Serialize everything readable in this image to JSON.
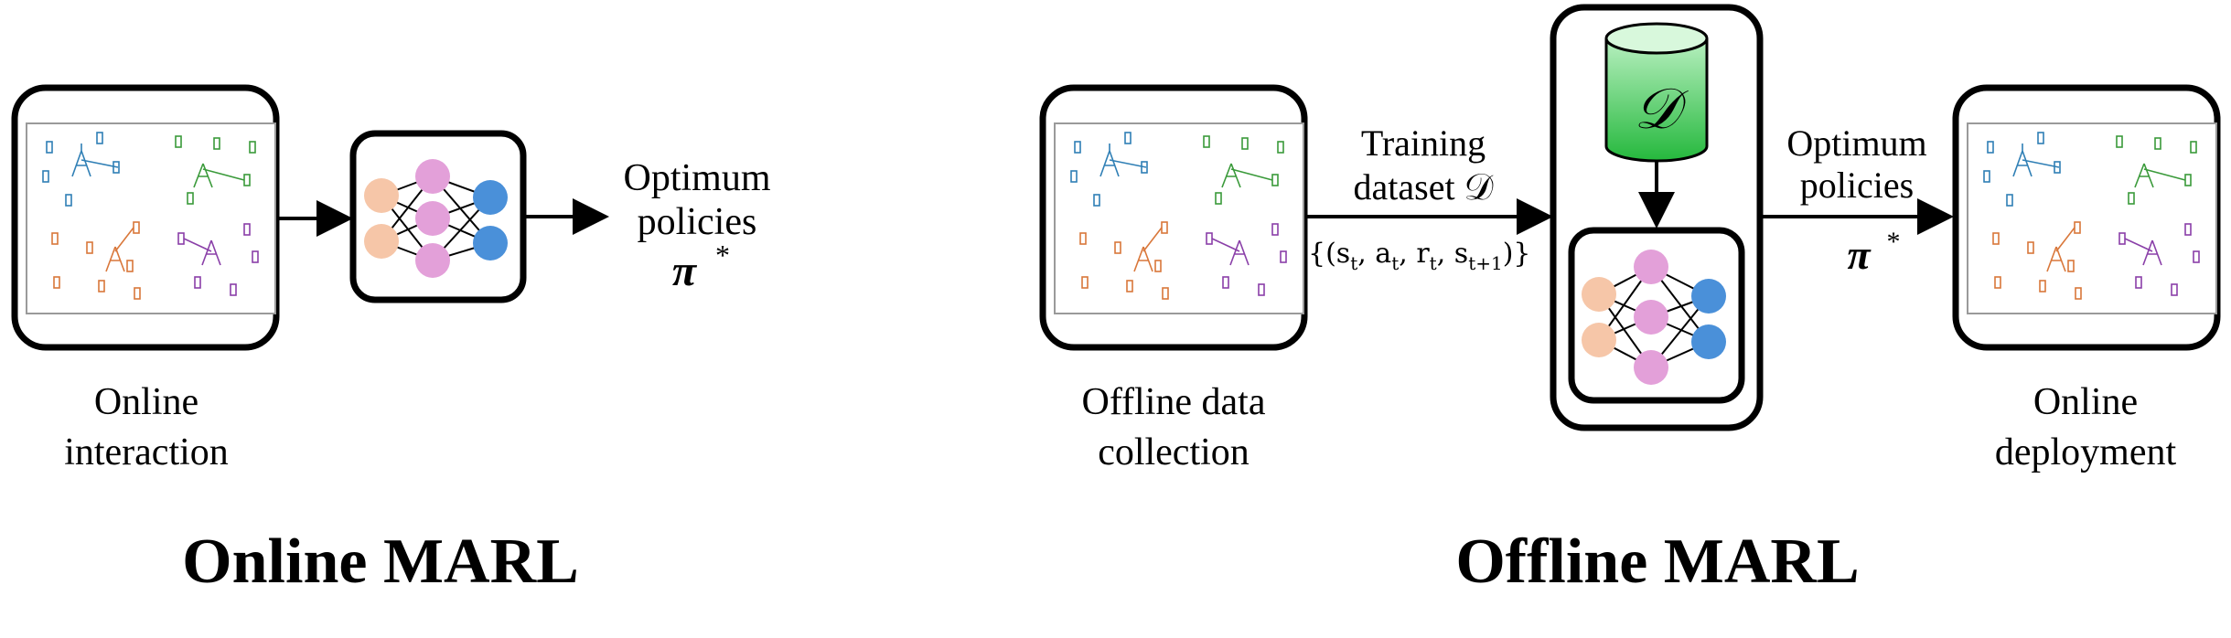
{
  "online": {
    "env_caption_line1": "Online",
    "env_caption_line2": "interaction",
    "output_line1": "Optimum",
    "output_line2": "policies",
    "policy_symbol": "π",
    "policy_star": "*",
    "section_title": "Online MARL"
  },
  "offline": {
    "collection_caption_line1": "Offline data",
    "collection_caption_line2": "collection",
    "training_line1": "Training",
    "training_line2": "dataset 𝒟",
    "tuple_text": "{(s",
    "tuple_t1": "t",
    "tuple_a": ", a",
    "tuple_t2": "t",
    "tuple_r": ", r",
    "tuple_t3": "t",
    "tuple_s": ", s",
    "tuple_t4": "t+1",
    "tuple_close": ")}",
    "dataset_symbol": "𝒟",
    "output_line1": "Optimum",
    "output_line2": "policies",
    "policy_symbol": "π",
    "policy_star": "*",
    "deploy_caption_line1": "Online",
    "deploy_caption_line2": "deployment",
    "section_title": "Offline MARL"
  },
  "colors": {
    "input_node": "#f6c6a8",
    "hidden_node": "#e3a0d9",
    "output_node": "#4a90d9",
    "database_top": "#c9f5cf",
    "database_body": "#33c94a",
    "cluster_blue": "#2f7fb5",
    "cluster_green": "#3a9a3a",
    "cluster_orange": "#d9773a",
    "cluster_purple": "#8a3fa8"
  }
}
